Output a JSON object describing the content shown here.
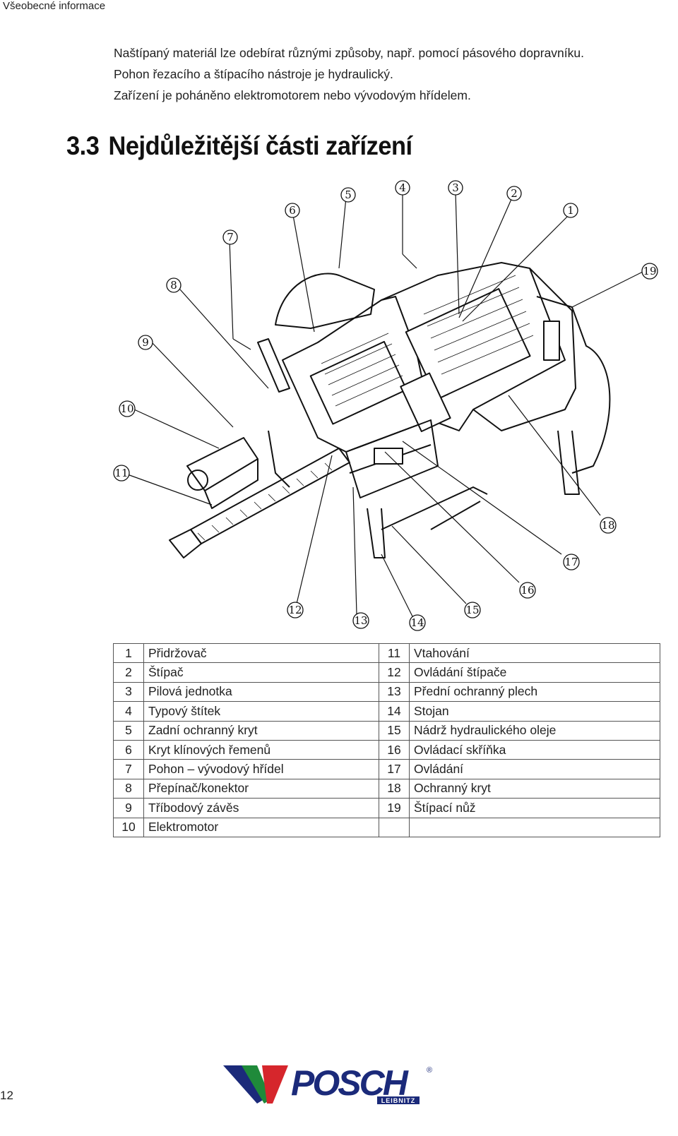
{
  "header": {
    "running_title": "Všeobecné informace"
  },
  "intro": {
    "lines": [
      "Naštípaný materiál lze odebírat různými způsoby, např. pomocí pásového dopravníku.",
      "Pohon řezacího a štípacího nástroje je hydraulický.",
      "Zařízení je poháněno elektromotorem nebo vývodovým hřídelem."
    ]
  },
  "section": {
    "number": "3.3",
    "title": "Nejdůležitější části zařízení"
  },
  "figure": {
    "callouts": [
      "1",
      "2",
      "3",
      "4",
      "5",
      "6",
      "7",
      "8",
      "9",
      "10",
      "11",
      "12",
      "13",
      "14",
      "15",
      "16",
      "17",
      "18",
      "19"
    ]
  },
  "parts_table": {
    "rows": [
      {
        "n1": "1",
        "l1": "Přidržovač",
        "n2": "11",
        "l2": "Vtahování"
      },
      {
        "n1": "2",
        "l1": "Štípač",
        "n2": "12",
        "l2": "Ovládání štípače"
      },
      {
        "n1": "3",
        "l1": "Pilová jednotka",
        "n2": "13",
        "l2": "Přední ochranný plech"
      },
      {
        "n1": "4",
        "l1": "Typový štítek",
        "n2": "14",
        "l2": "Stojan"
      },
      {
        "n1": "5",
        "l1": "Zadní ochranný kryt",
        "n2": "15",
        "l2": "Nádrž hydraulického oleje"
      },
      {
        "n1": "6",
        "l1": "Kryt klínových řemenů",
        "n2": "16",
        "l2": "Ovládací skříňka"
      },
      {
        "n1": "7",
        "l1": "Pohon – vývodový hřídel",
        "n2": "17",
        "l2": "Ovládání"
      },
      {
        "n1": "8",
        "l1": "Přepínač/konektor",
        "n2": "18",
        "l2": "Ochranný kryt"
      },
      {
        "n1": "9",
        "l1": "Tříbodový závěs",
        "n2": "19",
        "l2": "Štípací nůž"
      },
      {
        "n1": "10",
        "l1": "Elektromotor",
        "n2": "",
        "l2": ""
      }
    ]
  },
  "footer": {
    "page_number": "12",
    "logo": {
      "brand": "POSCH",
      "sub": "LEIBNITZ",
      "registered": "®",
      "colors": {
        "navy": "#1b2a7a",
        "green": "#1f8a3a",
        "red": "#d6262c"
      }
    }
  }
}
